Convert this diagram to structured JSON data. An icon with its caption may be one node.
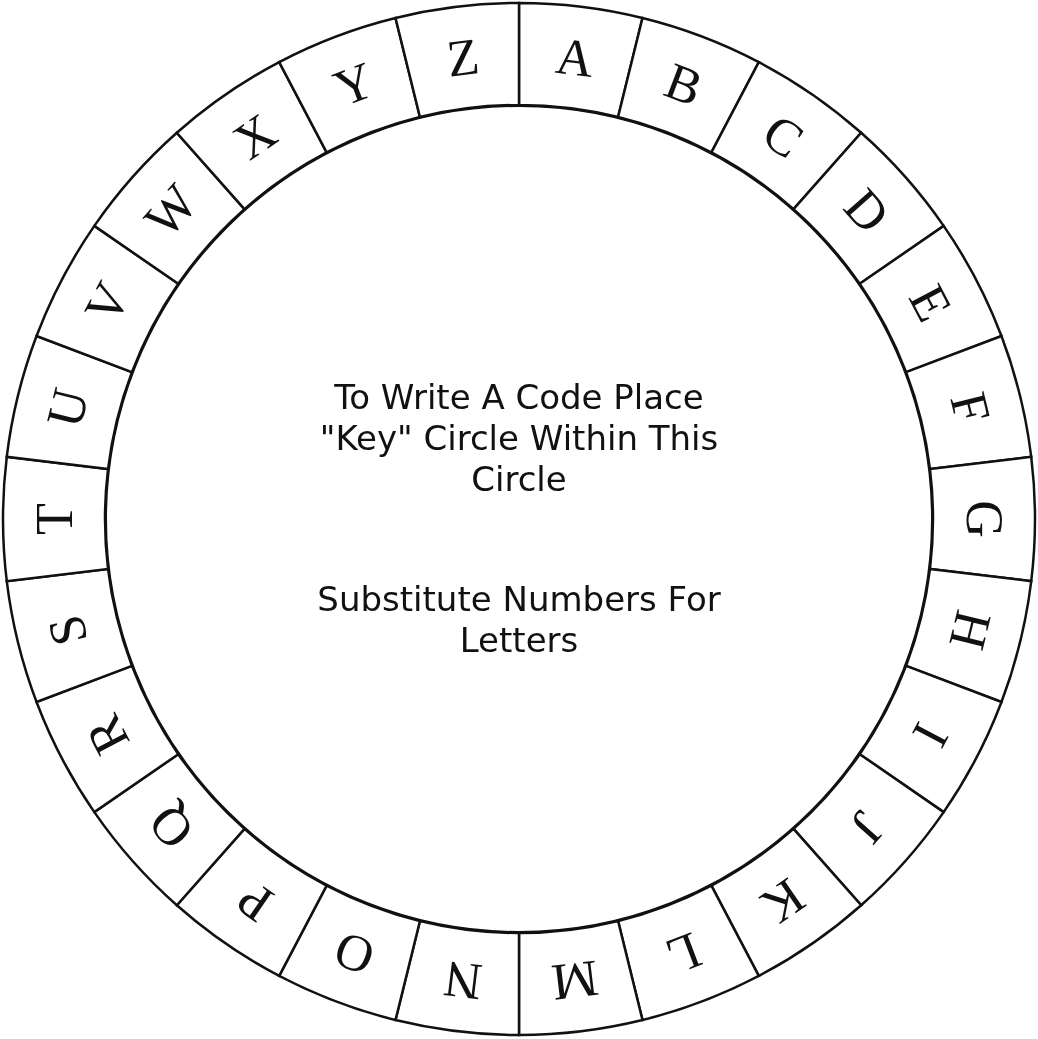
{
  "diagram": {
    "nodes": [
      {
        "text": [
          "To Write A Code Place \"Key\" Circle Within This Circle",
          "Substitute Numbers For Letters"
        ]
      },
      {
        "text": [
          "A"
        ]
      },
      {
        "text": [
          "B"
        ]
      },
      {
        "text": [
          "C"
        ]
      },
      {
        "text": [
          "D"
        ]
      },
      {
        "text": [
          "E"
        ]
      },
      {
        "text": [
          "F"
        ]
      },
      {
        "text": [
          "G"
        ]
      },
      {
        "text": [
          "H"
        ]
      },
      {
        "text": [
          "I"
        ]
      },
      {
        "text": [
          "J"
        ]
      },
      {
        "text": [
          "K"
        ]
      },
      {
        "text": [
          "L"
        ]
      },
      {
        "text": [
          "M"
        ]
      },
      {
        "text": [
          "N"
        ]
      },
      {
        "text": [
          "O"
        ]
      },
      {
        "text": [
          "P"
        ]
      },
      {
        "text": [
          "Q"
        ]
      },
      {
        "text": [
          "R"
        ]
      },
      {
        "text": [
          "S"
        ]
      },
      {
        "text": [
          "T"
        ]
      },
      {
        "text": [
          "U"
        ]
      },
      {
        "text": [
          "V"
        ]
      },
      {
        "text": [
          "W"
        ]
      },
      {
        "text": [
          "X"
        ]
      },
      {
        "text": [
          "Y"
        ]
      },
      {
        "text": [
          "Z"
        ]
      }
    ]
  }
}
